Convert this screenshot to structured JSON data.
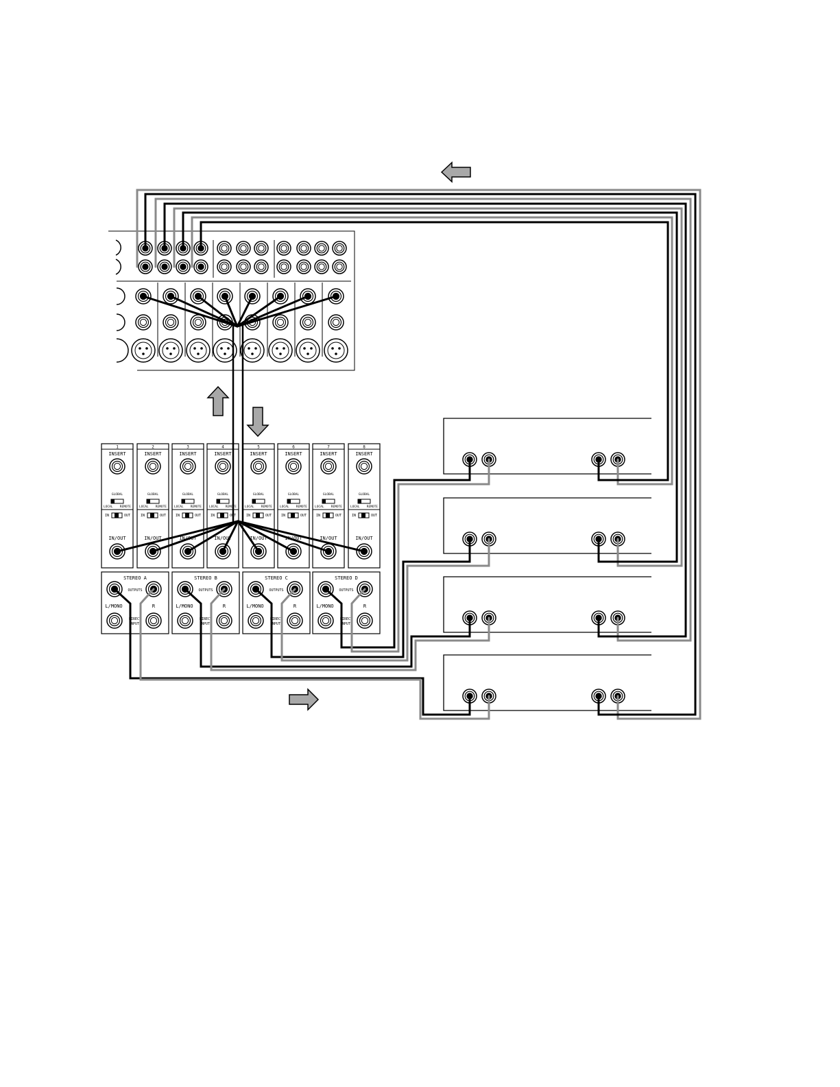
{
  "channels": [
    {
      "num": "1",
      "in_label": "IN",
      "out_label": "OUT"
    },
    {
      "num": "2",
      "in_label": "IN",
      "out_label": "OUT"
    },
    {
      "num": "3",
      "in_label": "IN",
      "out_label": "OUT"
    },
    {
      "num": "4",
      "in_label": "IN",
      "out_label": "OUT"
    },
    {
      "num": "5",
      "in_label": "IN",
      "out_label": "OUT"
    },
    {
      "num": "6",
      "in_label": "IN",
      "out_label": "OUT"
    },
    {
      "num": "7",
      "in_label": "IN",
      "out_label": "OUT"
    },
    {
      "num": "8",
      "in_label": "IN",
      "out_label": "OUT"
    }
  ],
  "channel_labels": {
    "insert": "INSERT",
    "global": "GLOBAL",
    "local": "LOCAL",
    "remote": "REMOTE",
    "inout": "IN/OUT"
  },
  "stereo": [
    {
      "name": "STEREO A"
    },
    {
      "name": "STEREO B"
    },
    {
      "name": "STEREO C"
    },
    {
      "name": "STEREO D"
    }
  ],
  "stereo_labels": {
    "outputs": "OUTPUTS",
    "lmono": "L/MONO",
    "r": "R",
    "direct": "DIRECT",
    "inputs": "INPUTS"
  },
  "colors": {
    "black_cable": "#000000",
    "grey_cable": "#8a8a8a",
    "arrow_fill": "#a8a8a8",
    "panel_stroke": "#000000"
  },
  "icons": {
    "arrow_top": "left-arrow-icon",
    "arrow_up": "up-arrow-icon",
    "arrow_down": "down-arrow-icon",
    "arrow_bottom": "right-arrow-icon"
  }
}
